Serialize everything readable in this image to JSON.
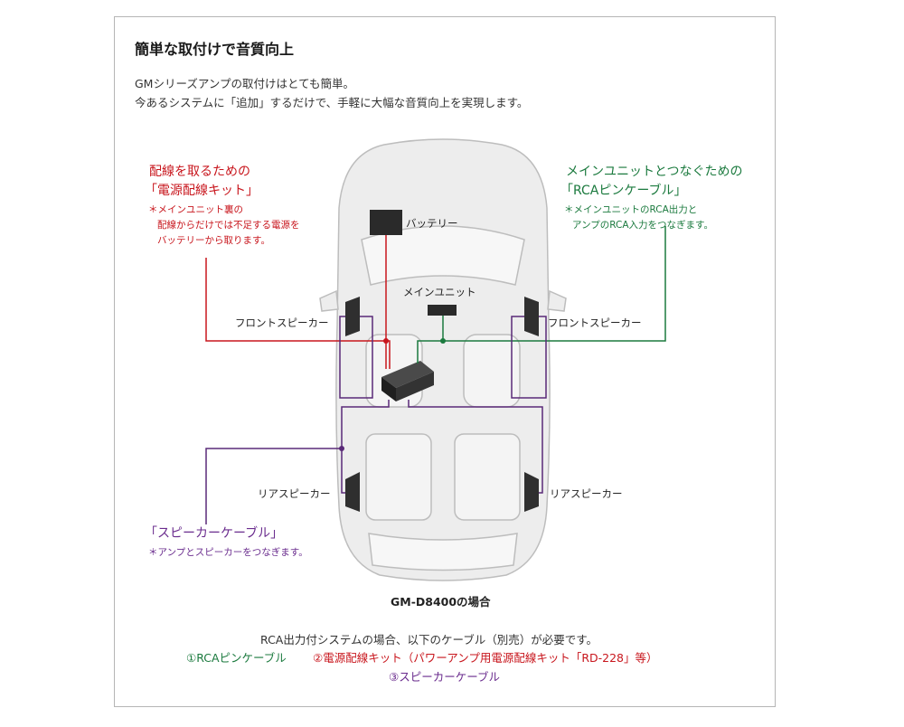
{
  "section": {
    "title": "簡単な取付けで音質向上",
    "intro_line1": "GMシリーズアンプの取付けはとても簡単。",
    "intro_line2": "今あるシステムに「追加」するだけで、手軽に大幅な音質向上を実現します。"
  },
  "power_kit": {
    "heading_line1": "配線を取るための",
    "heading_line2": "「電源配線キット」",
    "note_line1": "＊メインユニット裏の",
    "note_line2": "配線からだけでは不足する電源を",
    "note_line3": "バッテリーから取ります。",
    "color": "#c8161d"
  },
  "rca_cable": {
    "heading_line1": "メインユニットとつなぐための",
    "heading_line2": "「RCAピンケーブル」",
    "note_line1": "＊メインユニットのRCA出力と",
    "note_line2": "アンプのRCA入力をつなぎます。",
    "color": "#1b7a3e"
  },
  "speaker_cable": {
    "heading": "「スピーカーケーブル」",
    "note": "＊アンプとスピーカーをつなぎます。",
    "color": "#6a2c8e"
  },
  "labels": {
    "battery": "バッテリー",
    "main_unit": "メインユニット",
    "front_speaker_left": "フロントスピーカー",
    "front_speaker_right": "フロントスピーカー",
    "rear_speaker_left": "リアスピーカー",
    "rear_speaker_right": "リアスピーカー"
  },
  "caption": "GM-D8400の場合",
  "requirements": {
    "intro": "RCA出力付システムの場合、以下のケーブル（別売）が必要です。",
    "item1": "①RCAピンケーブル",
    "item2": "②電源配線キット（パワーアンプ用電源配線キット「RD-228」等）",
    "item3": "③スピーカーケーブル"
  }
}
